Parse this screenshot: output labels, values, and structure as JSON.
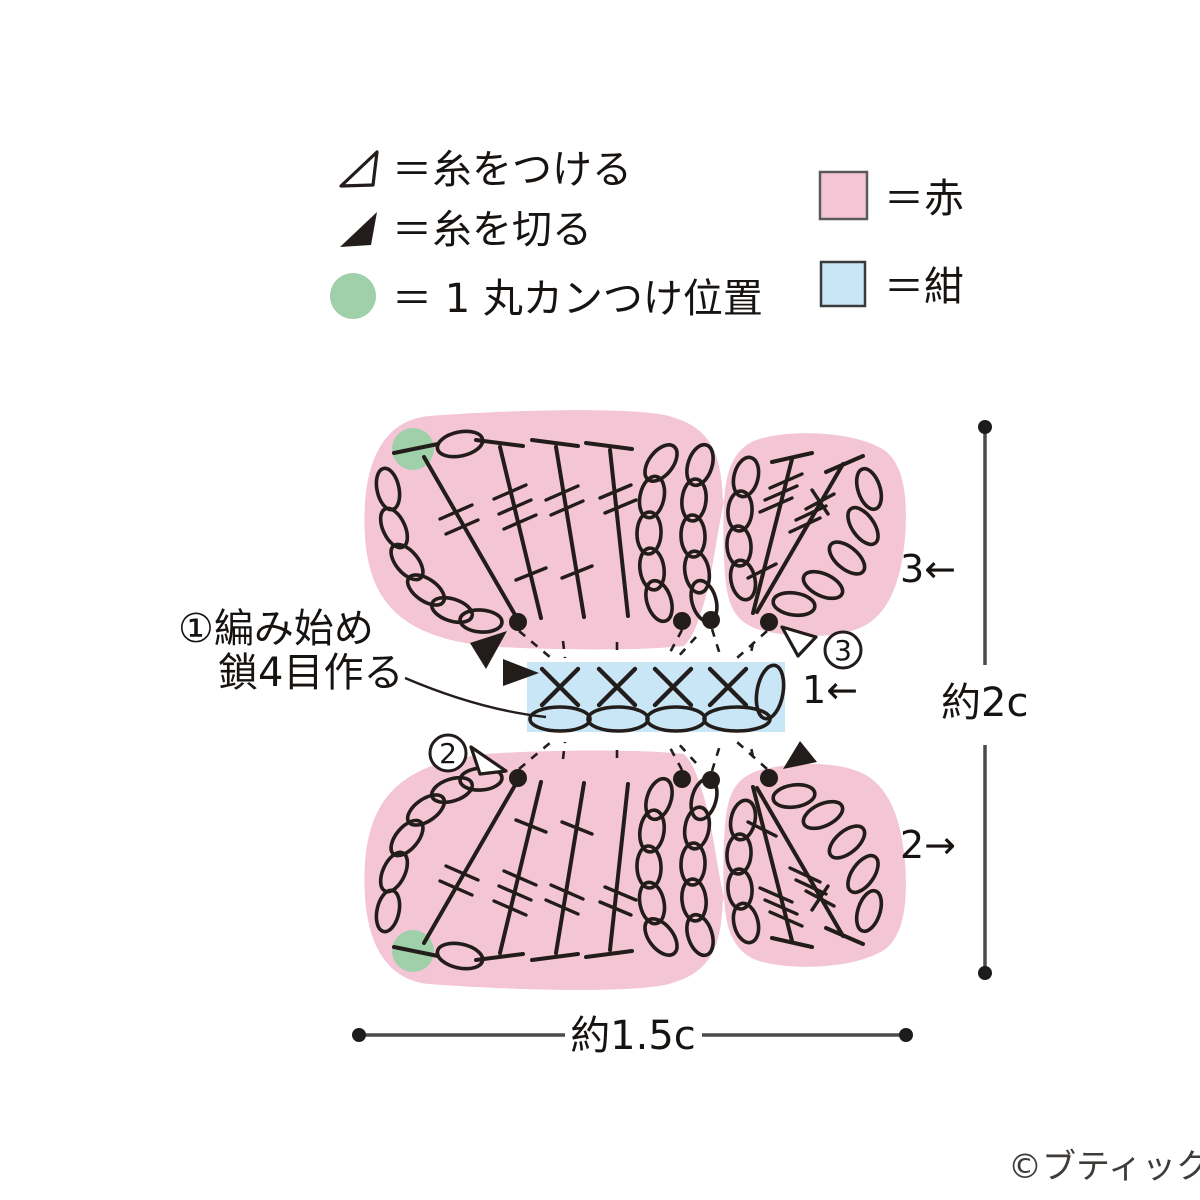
{
  "legend": {
    "attach_label": "＝糸をつける",
    "cut_label": "＝糸を切る",
    "ring_label": "＝ 1 丸カンつけ位置",
    "red_label": "＝赤",
    "navy_label": "＝紺"
  },
  "steps": {
    "start_line1": "①編み始め",
    "start_line2": "鎖4目作る",
    "two": "2",
    "three": "3"
  },
  "rows": {
    "row1": "1←",
    "row2": "2→",
    "row3": "3←"
  },
  "dimensions": {
    "height_label": "約2c",
    "width_label": "約1.5c"
  },
  "footer": {
    "copyright": "©ブティック社"
  },
  "colors": {
    "red": "#f4c6d5",
    "navy": "#c9e6f6",
    "ring_green": "#9fd0a9",
    "line": "#221c1a"
  }
}
